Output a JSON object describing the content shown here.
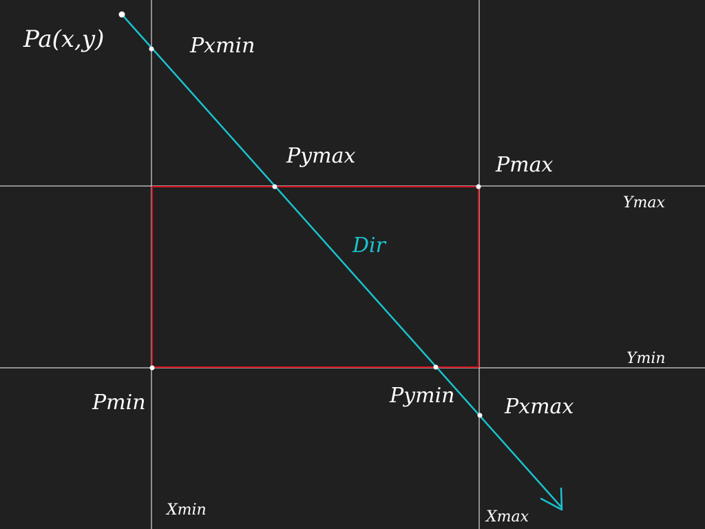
{
  "colors": {
    "background": "#202020",
    "grid": "#ffffff",
    "box": "#d8101e",
    "ray": "#19c3cf",
    "point": "#ffffff"
  },
  "labels": {
    "pa": "Pa(x,y)",
    "pxmin": "Pxmin",
    "pymax": "Pymax",
    "pmax": "Pmax",
    "dir": "Dir",
    "pmin": "Pmin",
    "pymin": "Pymin",
    "pxmax": "Pxmax",
    "ymax": "Ymax",
    "ymin": "Ymin",
    "xmin": "Xmin",
    "xmax": "Xmax"
  }
}
